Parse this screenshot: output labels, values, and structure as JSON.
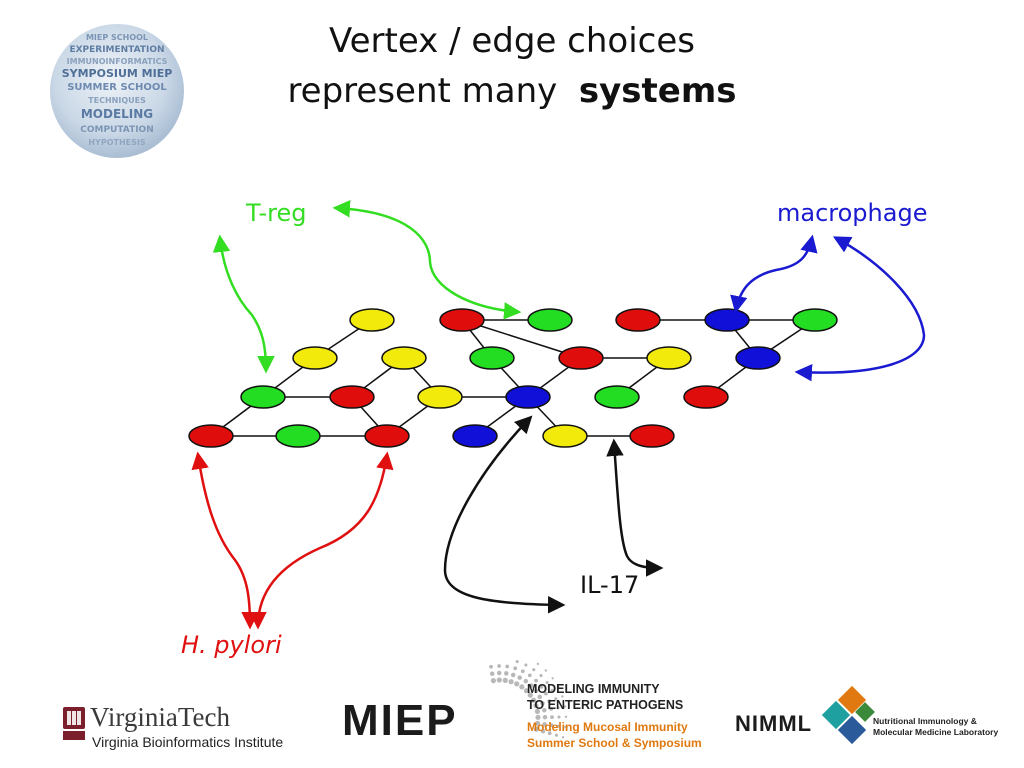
{
  "title": {
    "line1": "Vertex / edge choices",
    "line2_regular": "represent many",
    "line2_bold": "systems"
  },
  "labels": {
    "treg": "T-reg",
    "macrophage": "macrophage",
    "il17": "IL-17",
    "hpylori": "H. pylori"
  },
  "logos": {
    "virginia_tech": {
      "name": "VirginiaTech",
      "subtitle": "Virginia Bioinformatics Institute"
    },
    "miep": {
      "wordmark": "MIEP",
      "line1": "MODELING IMMUNITY",
      "line2": "TO ENTERIC PATHOGENS",
      "line3": "Modeling Mucosal Immunity",
      "line4": "Summer School & Symposium"
    },
    "nimml": {
      "wordmark": "NIMML",
      "line1": "Nutritional Immunology &",
      "line2": "Molecular Medicine Laboratory"
    },
    "symposium_sphere": {
      "words": [
        "MIEP SCHOOL",
        "EXPERIMENTATION",
        "IMMUNOINFORMATICS",
        "SYMPOSIUM MIEP",
        "SUMMER SCHOOL",
        "TECHNIQUES",
        "MODELING",
        "COMPUTATION",
        "HYPOTHESIS"
      ]
    }
  },
  "colors": {
    "red": "#e00d0d",
    "green": "#22dd22",
    "yellow": "#f2ea0a",
    "blue": "#1010d8",
    "treg_arrow": "#33dd22",
    "macrophage_arrow": "#1a1ad0",
    "hpylori_arrow": "#e01010",
    "il17_arrow": "#111111"
  },
  "network": {
    "nodes": [
      {
        "id": "r1a",
        "color": "red"
      },
      {
        "id": "r1b",
        "color": "green"
      },
      {
        "id": "r1c",
        "color": "red"
      },
      {
        "id": "r1d",
        "color": "blue"
      },
      {
        "id": "r1e",
        "color": "yellow"
      },
      {
        "id": "r1f",
        "color": "red"
      },
      {
        "id": "r2a",
        "color": "green"
      },
      {
        "id": "r2b",
        "color": "red"
      },
      {
        "id": "r2c",
        "color": "yellow"
      },
      {
        "id": "r2d",
        "color": "blue"
      },
      {
        "id": "r2e",
        "color": "green"
      },
      {
        "id": "r2f",
        "color": "red"
      },
      {
        "id": "r3a",
        "color": "yellow"
      },
      {
        "id": "r3b",
        "color": "yellow"
      },
      {
        "id": "r3c",
        "color": "green"
      },
      {
        "id": "r3d",
        "color": "red"
      },
      {
        "id": "r3e",
        "color": "yellow"
      },
      {
        "id": "r3f",
        "color": "blue"
      },
      {
        "id": "r4a",
        "color": "yellow"
      },
      {
        "id": "r4b",
        "color": "red"
      },
      {
        "id": "r4c",
        "color": "green"
      },
      {
        "id": "r4d",
        "color": "red"
      },
      {
        "id": "r4e",
        "color": "blue"
      },
      {
        "id": "r4f",
        "color": "green"
      }
    ],
    "edges": [
      [
        "r1a",
        "r1b"
      ],
      [
        "r1b",
        "r1c"
      ],
      [
        "r1e",
        "r1f"
      ],
      [
        "r1a",
        "r2a"
      ],
      [
        "r2a",
        "r2b"
      ],
      [
        "r2b",
        "r1c"
      ],
      [
        "r1c",
        "r2c"
      ],
      [
        "r2c",
        "r2d"
      ],
      [
        "r2d",
        "r1d"
      ],
      [
        "r2d",
        "r1e"
      ],
      [
        "r2a",
        "r3a"
      ],
      [
        "r2b",
        "r3b"
      ],
      [
        "r3b",
        "r2c"
      ],
      [
        "r2d",
        "r3c"
      ],
      [
        "r2d",
        "r3d"
      ],
      [
        "r3d",
        "r3e"
      ],
      [
        "r3e",
        "r2e"
      ],
      [
        "r3f",
        "r2f"
      ],
      [
        "r3f",
        "r4e"
      ],
      [
        "r3f",
        "r4f"
      ],
      [
        "r3a",
        "r4a"
      ],
      [
        "r3c",
        "r4b"
      ],
      [
        "r4b",
        "r4c"
      ],
      [
        "r3d",
        "r4b"
      ],
      [
        "r4d",
        "r4e"
      ],
      [
        "r4e",
        "r4f"
      ]
    ]
  }
}
